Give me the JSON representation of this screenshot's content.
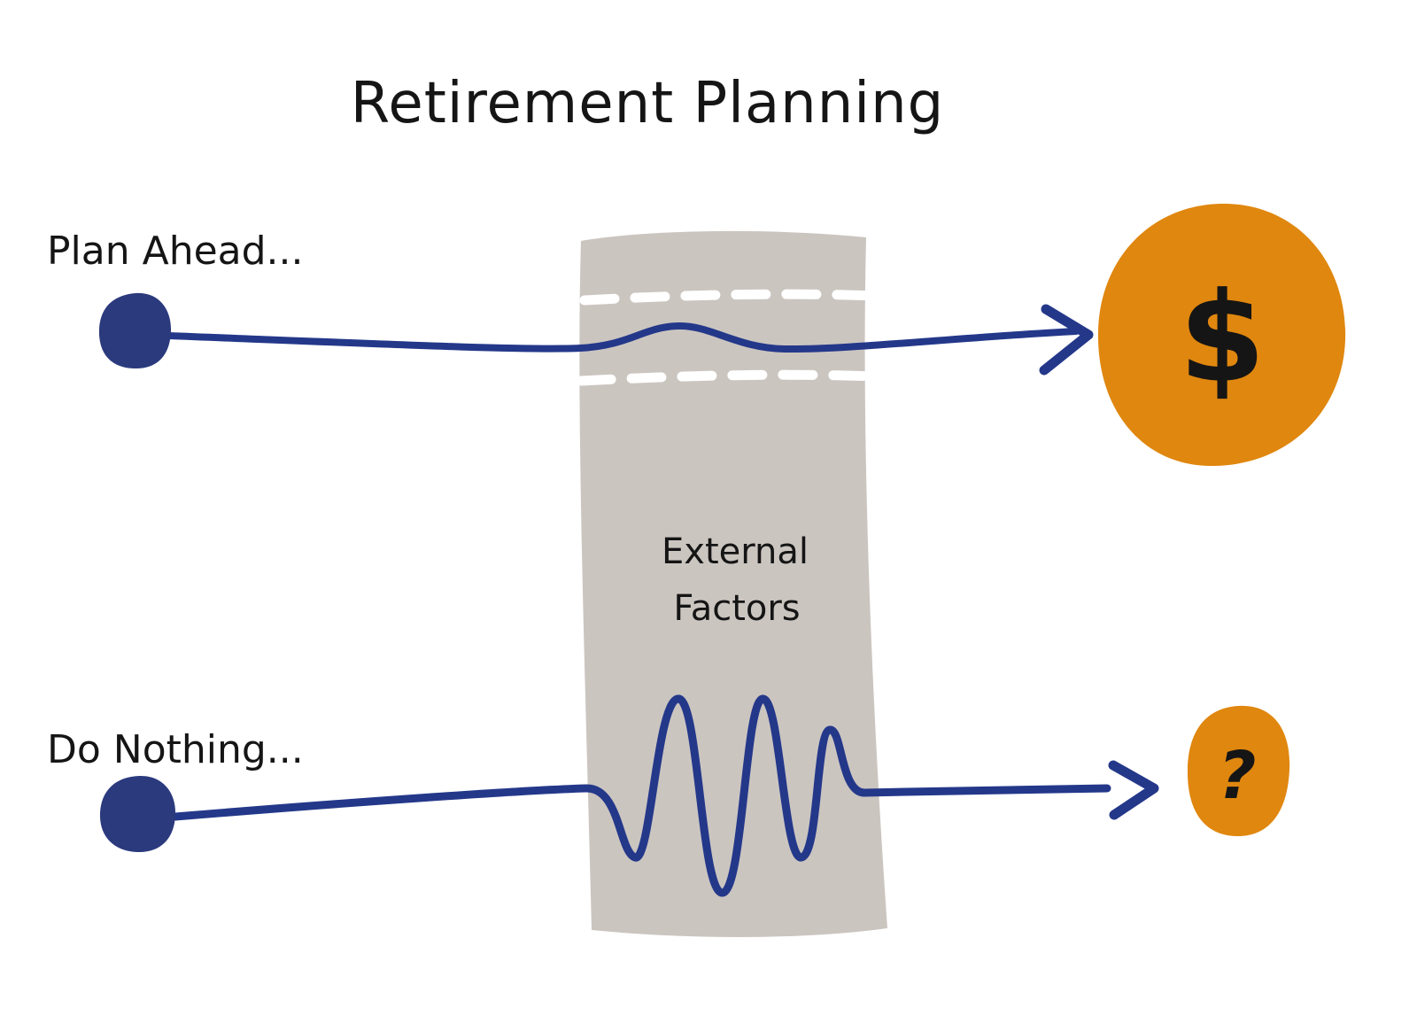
{
  "title": "Retirement Planning",
  "plan_path": {
    "label": "Plan Ahead...",
    "outcome_symbol": "$",
    "outcome_meaning": "money-result"
  },
  "nothing_path": {
    "label": "Do Nothing...",
    "outcome_symbol": "?",
    "outcome_meaning": "unknown-result"
  },
  "barrier": {
    "line1": "External",
    "line2": "Factors"
  },
  "colors": {
    "navy": "#2b3a7d",
    "line_navy": "#24388a",
    "orange": "#e0870f",
    "gray": "#cbc5c0",
    "dash_white": "#ffffff",
    "text_black": "#151515"
  }
}
